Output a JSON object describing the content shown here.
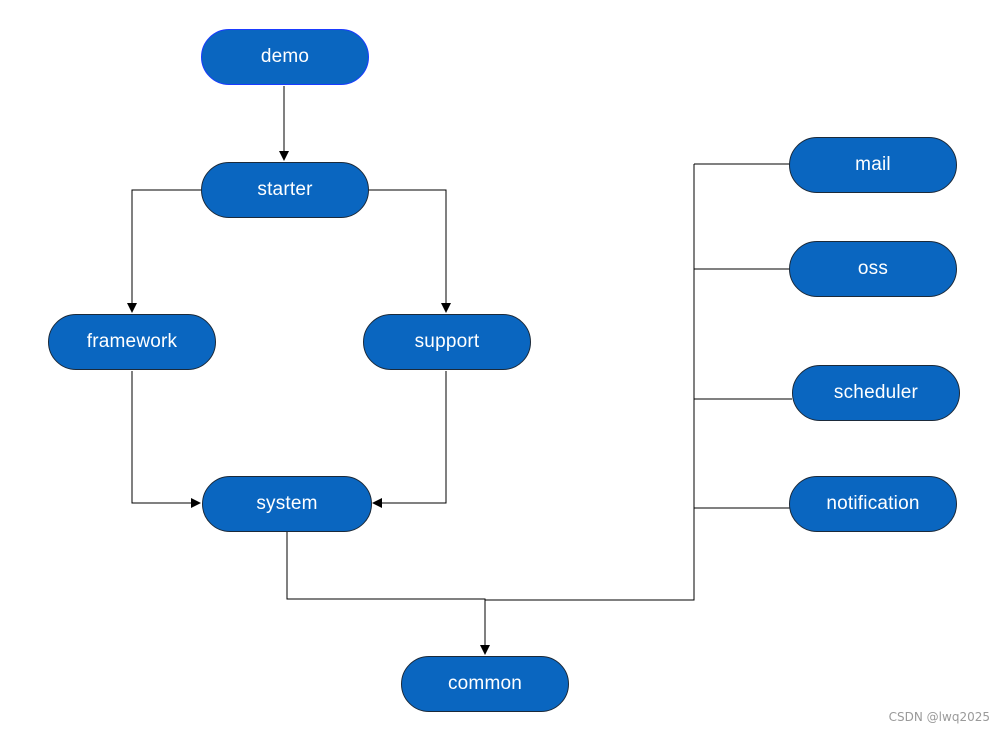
{
  "nodes": {
    "demo": "demo",
    "starter": "starter",
    "framework": "framework",
    "support": "support",
    "system": "system",
    "common": "common",
    "mail": "mail",
    "oss": "oss",
    "scheduler": "scheduler",
    "notification": "notification"
  },
  "watermark": "CSDN @lwq2025",
  "colors": {
    "node_fill": "#0a66c0",
    "node_text": "#ffffff",
    "connector": "#000000",
    "highlight_border": "#1a3bff"
  }
}
